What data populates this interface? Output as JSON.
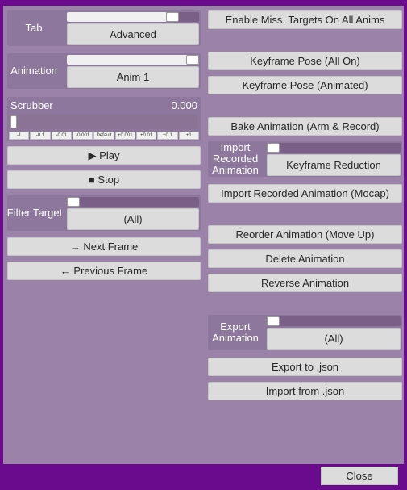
{
  "left": {
    "tab_label": "Tab",
    "tab_value": "Advanced",
    "tab_slider_level": 0.86,
    "animation_label": "Animation",
    "animation_value": "Anim 1",
    "animation_slider_level": 1.0,
    "scrubber_label": "Scrubber",
    "scrubber_value": "0.000",
    "scrubber_ticks": [
      "-1",
      "-0.1",
      "-0.01",
      "-0.001",
      "Default",
      "+0.001",
      "+0.01",
      "+0.1",
      "+1"
    ],
    "play_label": "▶ Play",
    "stop_label": "■ Stop",
    "filter_label": "Filter Target",
    "filter_value": "(All)",
    "next_frame_label": "→ Next Frame",
    "prev_frame_label": "← Previous Frame"
  },
  "right": {
    "enable_miss_targets_label": "Enable Miss. Targets On All Anims",
    "keyframe_pose_all_label": "Keyframe Pose (All On)",
    "keyframe_pose_animated_label": "Keyframe Pose (Animated)",
    "bake_animation_label": "Bake Animation (Arm & Record)",
    "import_recorded_label": "Import Recorded Animation",
    "keyframe_reduction_label": "Keyframe Reduction",
    "import_mocap_label": "Import Recorded Animation (Mocap)",
    "reorder_label": "Reorder Animation (Move Up)",
    "delete_label": "Delete Animation",
    "reverse_label": "Reverse Animation",
    "export_animation_label": "Export Animation",
    "export_value": "(All)",
    "export_json_label": "Export to .json",
    "import_json_label": "Import from .json"
  },
  "footer": {
    "close_label": "Close"
  }
}
